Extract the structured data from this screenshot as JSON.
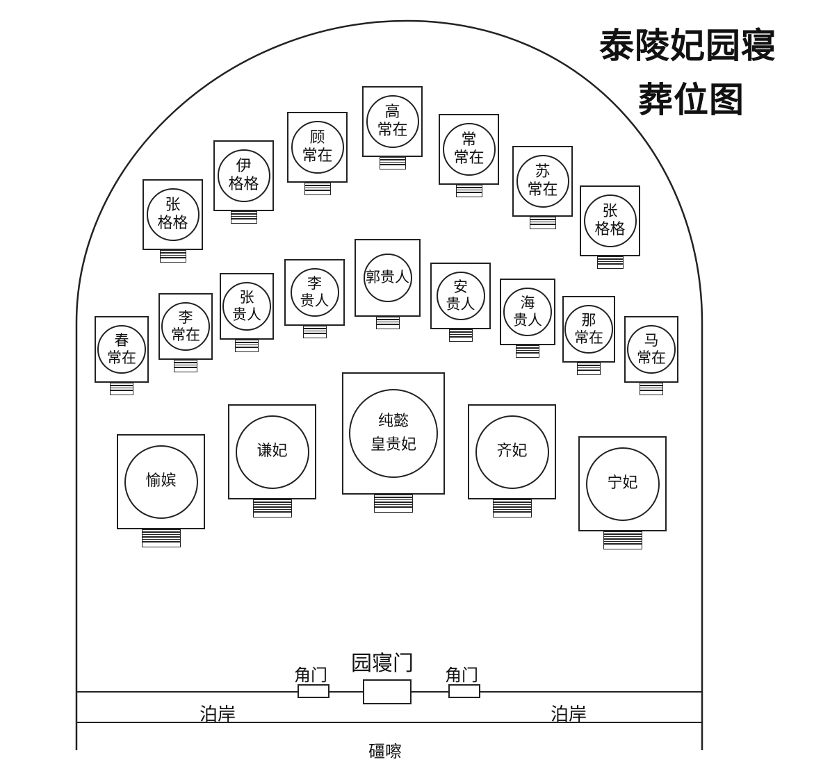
{
  "title": {
    "line1": "泰陵妃园寝",
    "line2": "葬位图"
  },
  "row_back": [
    {
      "line1": "张",
      "line2": "格格"
    },
    {
      "line1": "伊",
      "line2": "格格"
    },
    {
      "line1": "顾",
      "line2": "常在"
    },
    {
      "line1": "高",
      "line2": "常在"
    },
    {
      "line1": "常",
      "line2": "常在"
    },
    {
      "line1": "苏",
      "line2": "常在"
    },
    {
      "line1": "张",
      "line2": "格格"
    }
  ],
  "row_middle": [
    {
      "line1": "春",
      "line2": "常在"
    },
    {
      "line1": "李",
      "line2": "常在"
    },
    {
      "line1": "张",
      "line2": "贵人"
    },
    {
      "line1": "李",
      "line2": "贵人"
    },
    {
      "line1": "郭贵人",
      "line2": ""
    },
    {
      "line1": "安",
      "line2": "贵人"
    },
    {
      "line1": "海",
      "line2": "贵人"
    },
    {
      "line1": "那",
      "line2": "常在"
    },
    {
      "line1": "马",
      "line2": "常在"
    }
  ],
  "row_front": [
    {
      "line1": "愉嫔",
      "line2": ""
    },
    {
      "line1": "谦妃",
      "line2": ""
    },
    {
      "line1": "纯懿",
      "line2": "皇贵妃"
    },
    {
      "line1": "齐妃",
      "line2": ""
    },
    {
      "line1": "宁妃",
      "line2": ""
    }
  ],
  "gate": {
    "main_gate": "园寝门",
    "side_gate_left": "角门",
    "side_gate_right": "角门",
    "berm_left": "泊岸",
    "berm_right": "泊岸",
    "partial_bottom_text": "礓嚓"
  }
}
